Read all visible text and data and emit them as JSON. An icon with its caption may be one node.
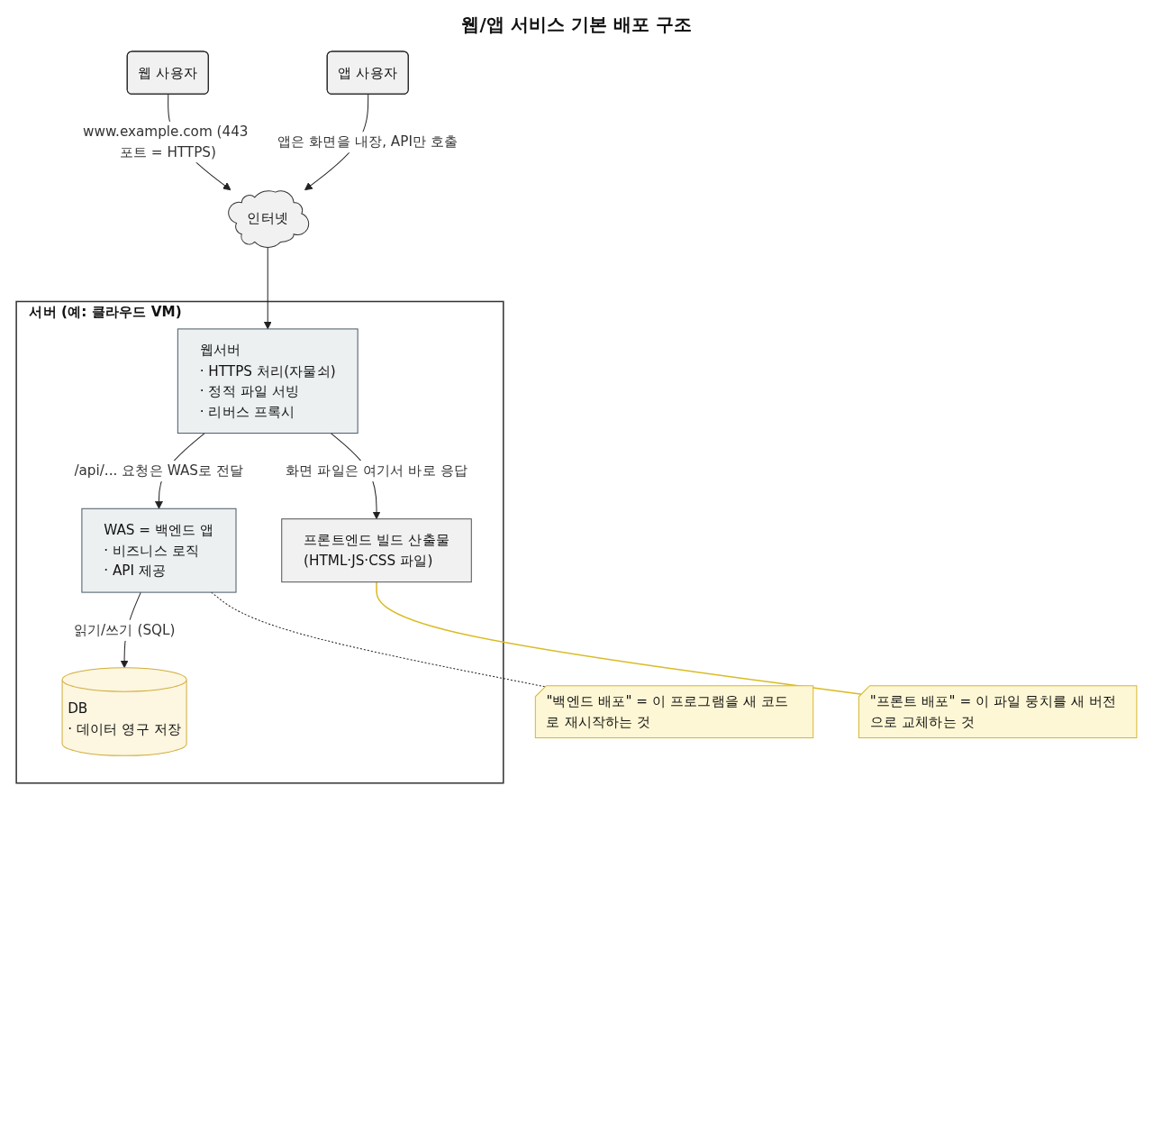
{
  "diagram": {
    "title": "웹/앱 서비스 기본 배포 구조",
    "nodes": [
      {
        "text": [
          "웹 사용자"
        ]
      },
      {
        "text": [
          "앱 사용자"
        ]
      },
      {
        "text": [
          "인터넷"
        ]
      },
      {
        "text": [
          "서버 (예: 클라우드 VM)"
        ]
      },
      {
        "text": [
          "웹서버",
          "· HTTPS 처리(자물쇠)",
          "· 정적 파일 서빙",
          "· 리버스 프록시"
        ],
        "in": 3
      },
      {
        "text": [
          "WAS = 백엔드 앱",
          "· 비즈니스 로직",
          "· API 제공"
        ],
        "in": 3
      },
      {
        "text": [
          "프론트엔드 빌드 산출물",
          "(HTML·JS·CSS 파일)"
        ],
        "in": 3
      },
      {
        "text": [
          "DB",
          "· 데이터 영구 저장"
        ],
        "in": 3
      },
      {
        "text": [
          "\"백엔드 배포\" = 이 프로그램을 새 코드로 재시작하는 것"
        ]
      },
      {
        "text": [
          "\"프론트 배포\" = 이 파일 뭉치를 새 버전으로 교체하는 것"
        ]
      }
    ],
    "edges": [
      {
        "from": 0,
        "to": 2,
        "arrow": "to",
        "label": "www.example.com (443 포트 = HTTPS)"
      },
      {
        "from": 1,
        "to": 2,
        "arrow": "to",
        "label": "앱은 화면을 내장, API만 호출"
      },
      {
        "from": 2,
        "to": 4,
        "arrow": "to"
      },
      {
        "from": 4,
        "to": 5,
        "arrow": "to",
        "label": "/api/... 요청은 WAS로 전달"
      },
      {
        "from": 4,
        "to": 6,
        "arrow": "to",
        "label": "화면 파일은 여기서 바로 응답"
      },
      {
        "from": 5,
        "to": 7,
        "arrow": "to",
        "label": "읽기/쓰기 (SQL)"
      },
      {
        "from": 5,
        "to": 8,
        "arrow": "none",
        "style": "dashed"
      },
      {
        "from": 6,
        "to": 9,
        "arrow": "none",
        "color": "#d9bb22"
      }
    ]
  }
}
